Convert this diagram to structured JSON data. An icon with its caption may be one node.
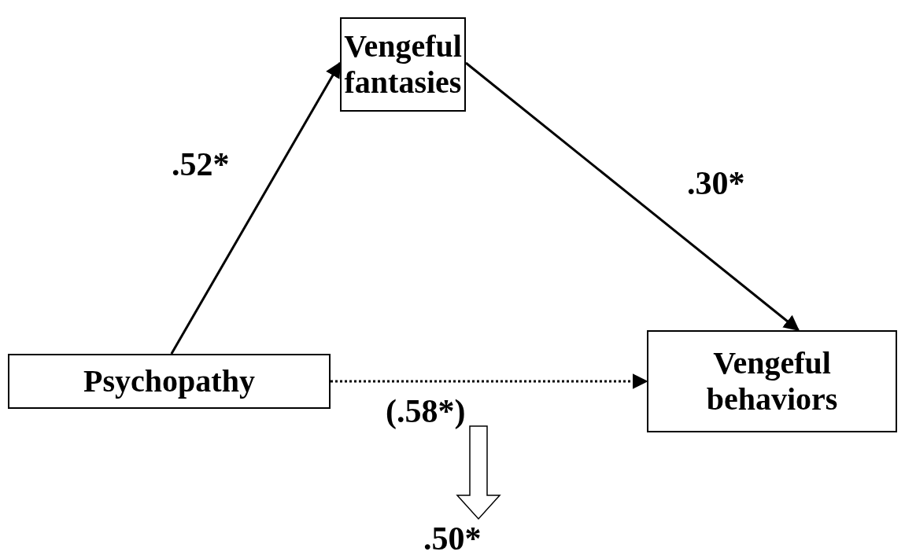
{
  "diagram": {
    "nodes": [
      {
        "text": [
          "Vengeful fantasies"
        ]
      },
      {
        "text": [
          "Psychopathy"
        ]
      },
      {
        "text": [
          "Vengeful behaviors"
        ]
      }
    ],
    "edges": [
      {
        "from": 1,
        "to": 0,
        "arrow": "to",
        "label": ".52*"
      },
      {
        "from": 0,
        "to": 2,
        "arrow": "to",
        "label": ".30*"
      },
      {
        "from": 1,
        "to": 2,
        "arrow": "to",
        "label": "(.58*)",
        "style": "dashed"
      }
    ],
    "labels": [
      ".50*"
    ]
  }
}
